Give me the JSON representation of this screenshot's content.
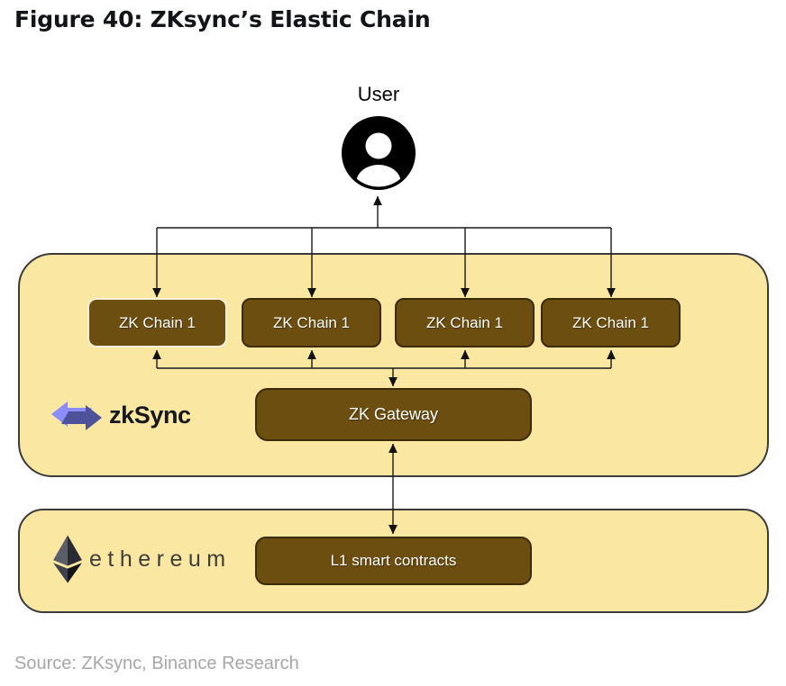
{
  "figure": {
    "title": "Figure 40: ZKsync’s Elastic Chain",
    "source": "Source: ZKsync, Binance Research"
  },
  "diagram": {
    "user": {
      "label": "User"
    },
    "zksync_container": {
      "brand": "zkSync",
      "chains": [
        "ZK Chain 1",
        "ZK Chain 1",
        "ZK Chain 1",
        "ZK Chain 1"
      ],
      "gateway": "ZK Gateway"
    },
    "ethereum_container": {
      "brand": "ethereum",
      "l1": "L1 smart contracts"
    }
  },
  "colors": {
    "container_fill": "#FAE7A1",
    "container_border": "#3B3B3B",
    "node_fill": "#6C4E10",
    "node_border": "#3A2B06",
    "node_highlight_border": "#F7F1DC",
    "node_text": "#FFFFFF",
    "connector": "#1A1A1A",
    "zksync_logo_light": "#8B8DFC",
    "zksync_logo_dark": "#4E529A",
    "eth_facet_top_left": "#5B5D68",
    "eth_facet_top_right": "#2A2B33",
    "eth_facet_bottom_left": "#3F414C",
    "eth_facet_bottom_right": "#15161C",
    "title_text": "#121417",
    "source_text": "#A7A7A7"
  }
}
